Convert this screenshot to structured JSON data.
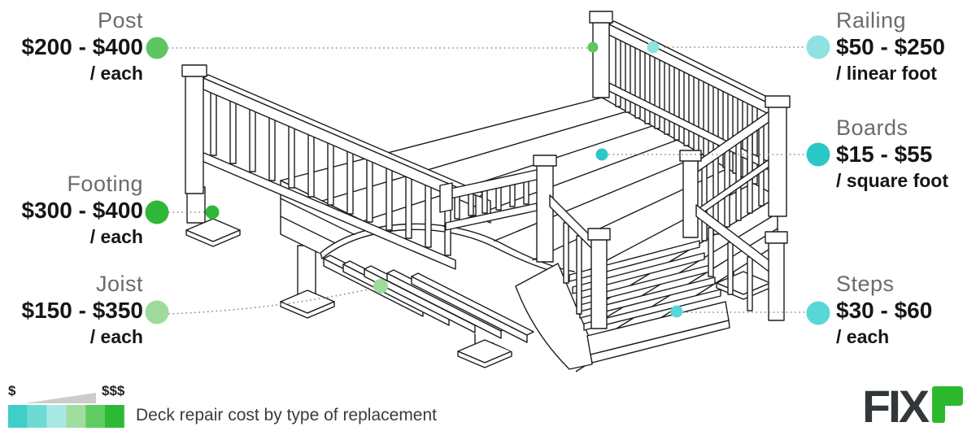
{
  "items": [
    {
      "id": "post",
      "label": "Post",
      "price": "$200 - $400",
      "unit": "/ each",
      "color": "#5bc75f"
    },
    {
      "id": "footing",
      "label": "Footing",
      "price": "$300 - $400",
      "unit": "/ each",
      "color": "#2fb838"
    },
    {
      "id": "joist",
      "label": "Joist",
      "price": "$150 - $350",
      "unit": "/ each",
      "color": "#9edb9b"
    },
    {
      "id": "railing",
      "label": "Railing",
      "price": "$50 - $250",
      "unit": "/ linear foot",
      "color": "#8fe1e2"
    },
    {
      "id": "boards",
      "label": "Boards",
      "price": "$15 - $55",
      "unit": "/ square foot",
      "color": "#2cc7c7"
    },
    {
      "id": "steps",
      "label": "Steps",
      "price": "$30 - $60",
      "unit": "/ each",
      "color": "#58d7d7"
    }
  ],
  "legend": {
    "min_symbol": "$",
    "max_symbol": "$$$",
    "caption": "Deck repair cost by type of replacement",
    "wedge_color": "#cccccc",
    "scale_colors": [
      "#3ecfc8",
      "#6fdad4",
      "#a9e9e5",
      "#a0dd9e",
      "#60cb63",
      "#2eb934"
    ]
  },
  "logo": {
    "text": "FIX",
    "accent_letter": "r",
    "text_color": "#32373a",
    "accent_color": "#2db92e"
  },
  "illustration": {
    "subject": "wood deck line drawing with railings, stairs, posts, footings and exposed joists",
    "line_color": "#1c1c1c",
    "leader_color": "#8f8f8f"
  }
}
